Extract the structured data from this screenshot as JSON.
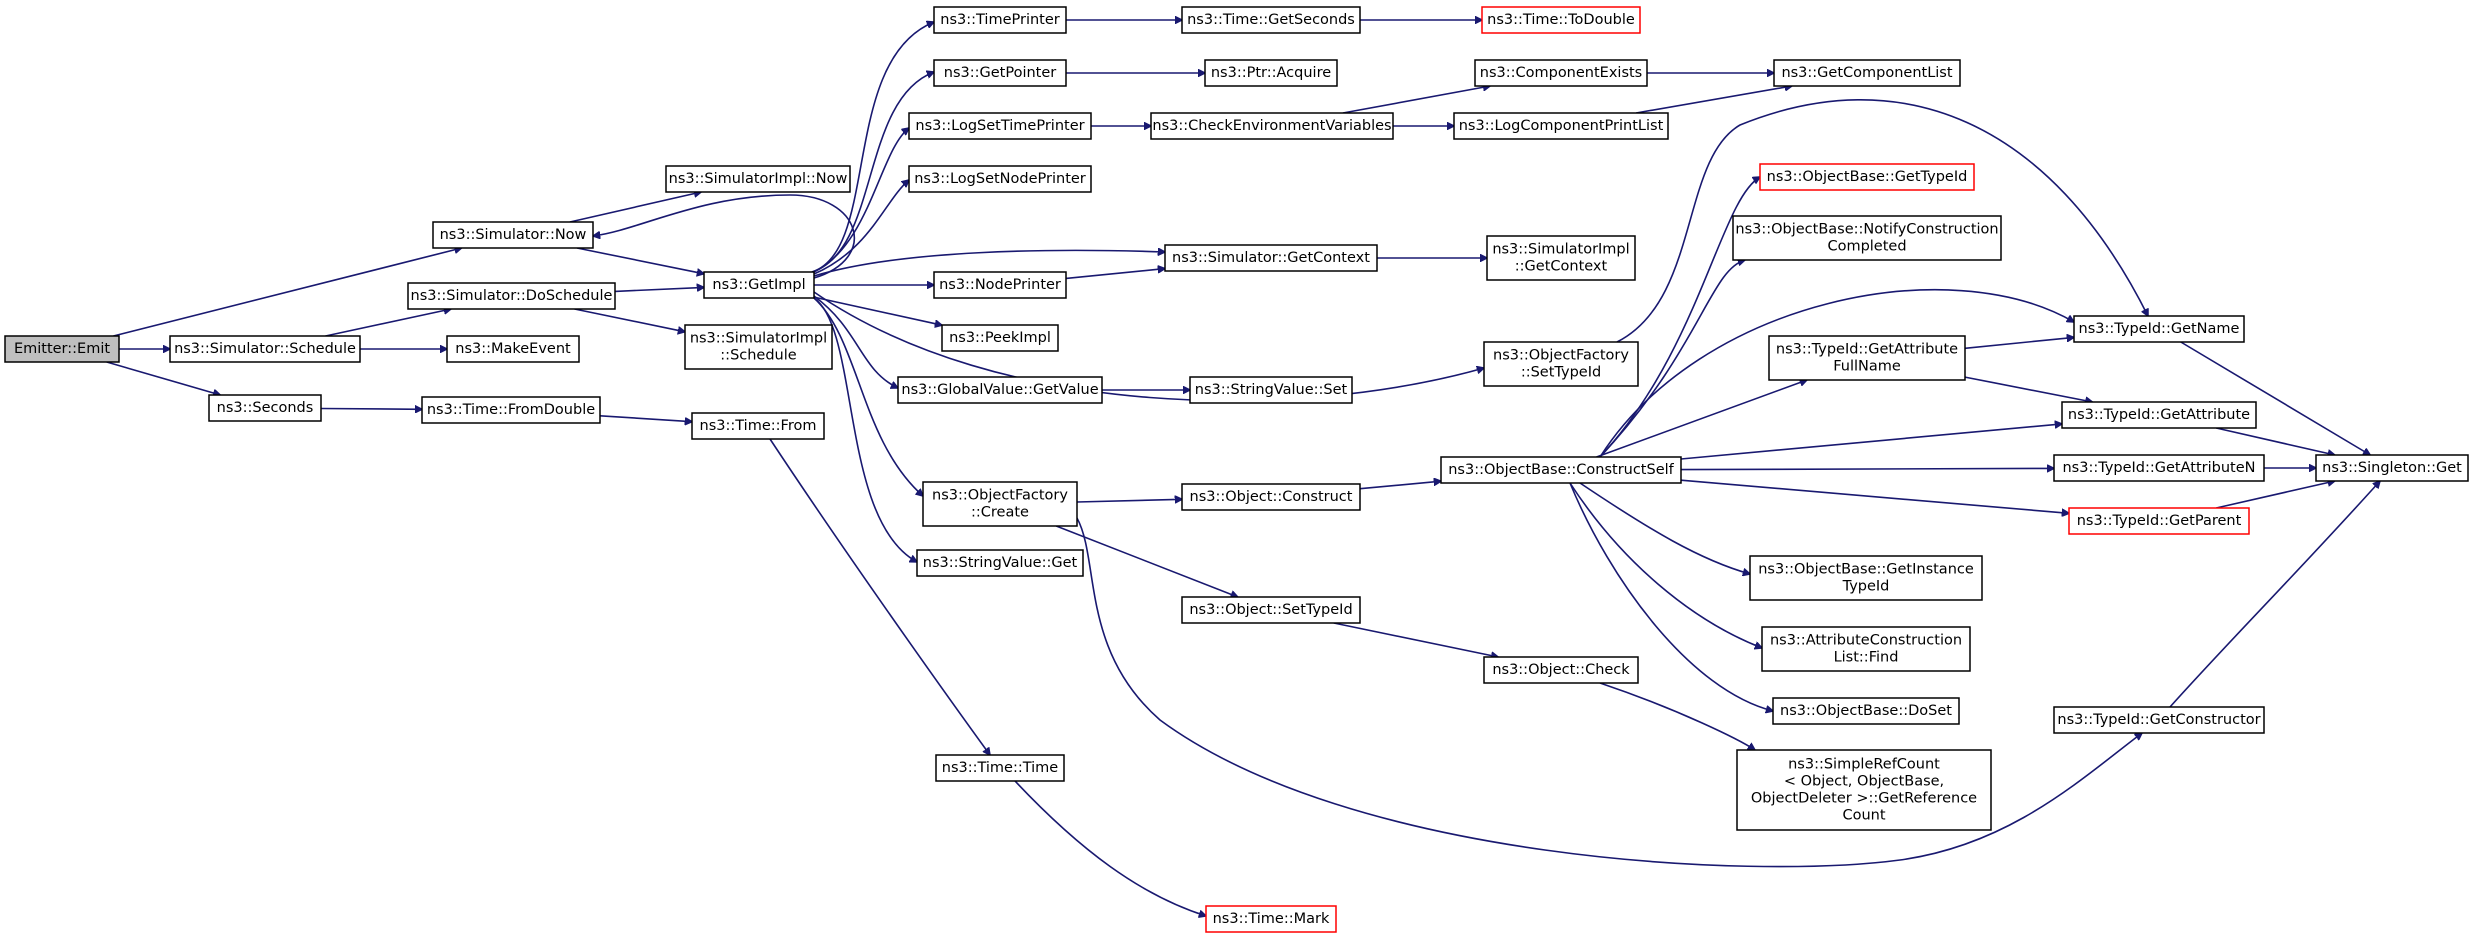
{
  "graph": {
    "nodes": [
      {
        "id": "emit",
        "lines": [
          "Emitter::Emit"
        ],
        "style": "root"
      },
      {
        "id": "sim_now",
        "lines": [
          "ns3::Simulator::Now"
        ]
      },
      {
        "id": "sim_doschedule",
        "lines": [
          "ns3::Simulator::DoSchedule"
        ]
      },
      {
        "id": "sim_schedule",
        "lines": [
          "ns3::Simulator::Schedule"
        ]
      },
      {
        "id": "makeevent",
        "lines": [
          "ns3::MakeEvent"
        ]
      },
      {
        "id": "seconds",
        "lines": [
          "ns3::Seconds"
        ]
      },
      {
        "id": "time_fromdouble",
        "lines": [
          "ns3::Time::FromDouble"
        ]
      },
      {
        "id": "simimpl_now",
        "lines": [
          "ns3::SimulatorImpl::Now"
        ]
      },
      {
        "id": "getimpl",
        "lines": [
          "ns3::GetImpl"
        ]
      },
      {
        "id": "simimpl_schedule",
        "lines": [
          "ns3::SimulatorImpl",
          "::Schedule"
        ]
      },
      {
        "id": "time_from",
        "lines": [
          "ns3::Time::From"
        ]
      },
      {
        "id": "timeprinter",
        "lines": [
          "ns3::TimePrinter"
        ]
      },
      {
        "id": "getpointer",
        "lines": [
          "ns3::GetPointer"
        ]
      },
      {
        "id": "logsettimeprinter",
        "lines": [
          "ns3::LogSetTimePrinter"
        ]
      },
      {
        "id": "logsetnodeprinter",
        "lines": [
          "ns3::LogSetNodePrinter"
        ]
      },
      {
        "id": "nodeprinter",
        "lines": [
          "ns3::NodePrinter"
        ]
      },
      {
        "id": "peekimpl",
        "lines": [
          "ns3::PeekImpl"
        ]
      },
      {
        "id": "globalvalue_getvalue",
        "lines": [
          "ns3::GlobalValue::GetValue"
        ]
      },
      {
        "id": "objfactory_create",
        "lines": [
          "ns3::ObjectFactory",
          "::Create"
        ]
      },
      {
        "id": "stringvalue_get",
        "lines": [
          "ns3::StringValue::Get"
        ]
      },
      {
        "id": "time_time",
        "lines": [
          "ns3::Time::Time"
        ]
      },
      {
        "id": "time_mark",
        "lines": [
          "ns3::Time::Mark"
        ],
        "style": "missing"
      },
      {
        "id": "time_getseconds",
        "lines": [
          "ns3::Time::GetSeconds"
        ]
      },
      {
        "id": "ptr_acquire",
        "lines": [
          "ns3::Ptr::Acquire"
        ]
      },
      {
        "id": "checkenv",
        "lines": [
          "ns3::CheckEnvironmentVariables"
        ]
      },
      {
        "id": "sim_getcontext",
        "lines": [
          "ns3::Simulator::GetContext"
        ]
      },
      {
        "id": "stringvalue_set",
        "lines": [
          "ns3::StringValue::Set"
        ]
      },
      {
        "id": "object_construct",
        "lines": [
          "ns3::Object::Construct"
        ]
      },
      {
        "id": "object_settypeid",
        "lines": [
          "ns3::Object::SetTypeId"
        ]
      },
      {
        "id": "time_todouble",
        "lines": [
          "ns3::Time::ToDouble"
        ],
        "style": "missing"
      },
      {
        "id": "componentexists",
        "lines": [
          "ns3::ComponentExists"
        ]
      },
      {
        "id": "logcomponentprintlist",
        "lines": [
          "ns3::LogComponentPrintList"
        ]
      },
      {
        "id": "simimpl_getcontext",
        "lines": [
          "ns3::SimulatorImpl",
          "::GetContext"
        ]
      },
      {
        "id": "objfactory_settypeid",
        "lines": [
          "ns3::ObjectFactory",
          "::SetTypeId"
        ]
      },
      {
        "id": "objbase_constructself",
        "lines": [
          "ns3::ObjectBase::ConstructSelf"
        ]
      },
      {
        "id": "object_check",
        "lines": [
          "ns3::Object::Check"
        ]
      },
      {
        "id": "getcomponentlist",
        "lines": [
          "ns3::GetComponentList"
        ]
      },
      {
        "id": "objbase_gettypeid",
        "lines": [
          "ns3::ObjectBase::GetTypeId"
        ],
        "style": "missing"
      },
      {
        "id": "objbase_notify",
        "lines": [
          "ns3::ObjectBase::NotifyConstruction",
          "Completed"
        ]
      },
      {
        "id": "typeid_getattributefullname",
        "lines": [
          "ns3::TypeId::GetAttribute",
          "FullName"
        ]
      },
      {
        "id": "objbase_getinstancetypeid",
        "lines": [
          "ns3::ObjectBase::GetInstance",
          "TypeId"
        ]
      },
      {
        "id": "attrconstructionlist_find",
        "lines": [
          "ns3::AttributeConstruction",
          "List::Find"
        ]
      },
      {
        "id": "objbase_doset",
        "lines": [
          "ns3::ObjectBase::DoSet"
        ]
      },
      {
        "id": "simplerefcount",
        "lines": [
          "ns3::SimpleRefCount",
          "< Object, ObjectBase,",
          "ObjectDeleter >::GetReference",
          "Count"
        ]
      },
      {
        "id": "typeid_getname",
        "lines": [
          "ns3::TypeId::GetName"
        ]
      },
      {
        "id": "typeid_getattribute",
        "lines": [
          "ns3::TypeId::GetAttribute"
        ]
      },
      {
        "id": "typeid_getattributen",
        "lines": [
          "ns3::TypeId::GetAttributeN"
        ]
      },
      {
        "id": "typeid_getparent",
        "lines": [
          "ns3::TypeId::GetParent"
        ],
        "style": "missing"
      },
      {
        "id": "typeid_getconstructor",
        "lines": [
          "ns3::TypeId::GetConstructor"
        ]
      },
      {
        "id": "singleton_get",
        "lines": [
          "ns3::Singleton::Get"
        ]
      }
    ],
    "edges": [
      [
        "emit",
        "sim_now"
      ],
      [
        "emit",
        "sim_schedule"
      ],
      [
        "emit",
        "seconds"
      ],
      [
        "sim_now",
        "simimpl_now"
      ],
      [
        "sim_now",
        "getimpl"
      ],
      [
        "sim_schedule",
        "sim_doschedule"
      ],
      [
        "sim_schedule",
        "makeevent"
      ],
      [
        "sim_doschedule",
        "getimpl"
      ],
      [
        "sim_doschedule",
        "simimpl_schedule"
      ],
      [
        "seconds",
        "time_fromdouble"
      ],
      [
        "time_fromdouble",
        "time_from"
      ],
      [
        "time_from",
        "time_time"
      ],
      [
        "time_time",
        "time_mark"
      ],
      [
        "getimpl",
        "sim_now"
      ],
      [
        "getimpl",
        "timeprinter"
      ],
      [
        "getimpl",
        "getpointer"
      ],
      [
        "getimpl",
        "logsettimeprinter"
      ],
      [
        "getimpl",
        "logsetnodeprinter"
      ],
      [
        "getimpl",
        "nodeprinter"
      ],
      [
        "getimpl",
        "peekimpl"
      ],
      [
        "getimpl",
        "globalvalue_getvalue"
      ],
      [
        "getimpl",
        "objfactory_create"
      ],
      [
        "getimpl",
        "stringvalue_get"
      ],
      [
        "getimpl",
        "sim_getcontext"
      ],
      [
        "getimpl",
        "objfactory_settypeid"
      ],
      [
        "timeprinter",
        "time_getseconds"
      ],
      [
        "time_getseconds",
        "time_todouble"
      ],
      [
        "getpointer",
        "ptr_acquire"
      ],
      [
        "logsettimeprinter",
        "checkenv"
      ],
      [
        "checkenv",
        "componentexists"
      ],
      [
        "checkenv",
        "logcomponentprintlist"
      ],
      [
        "componentexists",
        "getcomponentlist"
      ],
      [
        "logcomponentprintlist",
        "getcomponentlist"
      ],
      [
        "nodeprinter",
        "sim_getcontext"
      ],
      [
        "sim_getcontext",
        "simimpl_getcontext"
      ],
      [
        "globalvalue_getvalue",
        "stringvalue_set"
      ],
      [
        "objfactory_create",
        "object_construct"
      ],
      [
        "objfactory_create",
        "object_settypeid"
      ],
      [
        "objfactory_create",
        "typeid_getconstructor"
      ],
      [
        "object_settypeid",
        "object_check"
      ],
      [
        "object_check",
        "simplerefcount"
      ],
      [
        "object_construct",
        "objbase_constructself"
      ],
      [
        "objfactory_settypeid",
        "typeid_getname"
      ],
      [
        "objbase_constructself",
        "objbase_gettypeid"
      ],
      [
        "objbase_constructself",
        "objbase_notify"
      ],
      [
        "objbase_constructself",
        "typeid_getname"
      ],
      [
        "objbase_constructself",
        "typeid_getattributefullname"
      ],
      [
        "objbase_constructself",
        "typeid_getattribute"
      ],
      [
        "objbase_constructself",
        "typeid_getattributen"
      ],
      [
        "objbase_constructself",
        "typeid_getparent"
      ],
      [
        "objbase_constructself",
        "objbase_getinstancetypeid"
      ],
      [
        "objbase_constructself",
        "attrconstructionlist_find"
      ],
      [
        "objbase_constructself",
        "objbase_doset"
      ],
      [
        "typeid_getattributefullname",
        "typeid_getname"
      ],
      [
        "typeid_getattributefullname",
        "typeid_getattribute"
      ],
      [
        "typeid_getname",
        "singleton_get"
      ],
      [
        "typeid_getattribute",
        "singleton_get"
      ],
      [
        "typeid_getattributen",
        "singleton_get"
      ],
      [
        "typeid_getparent",
        "singleton_get"
      ],
      [
        "typeid_getconstructor",
        "singleton_get"
      ]
    ]
  }
}
